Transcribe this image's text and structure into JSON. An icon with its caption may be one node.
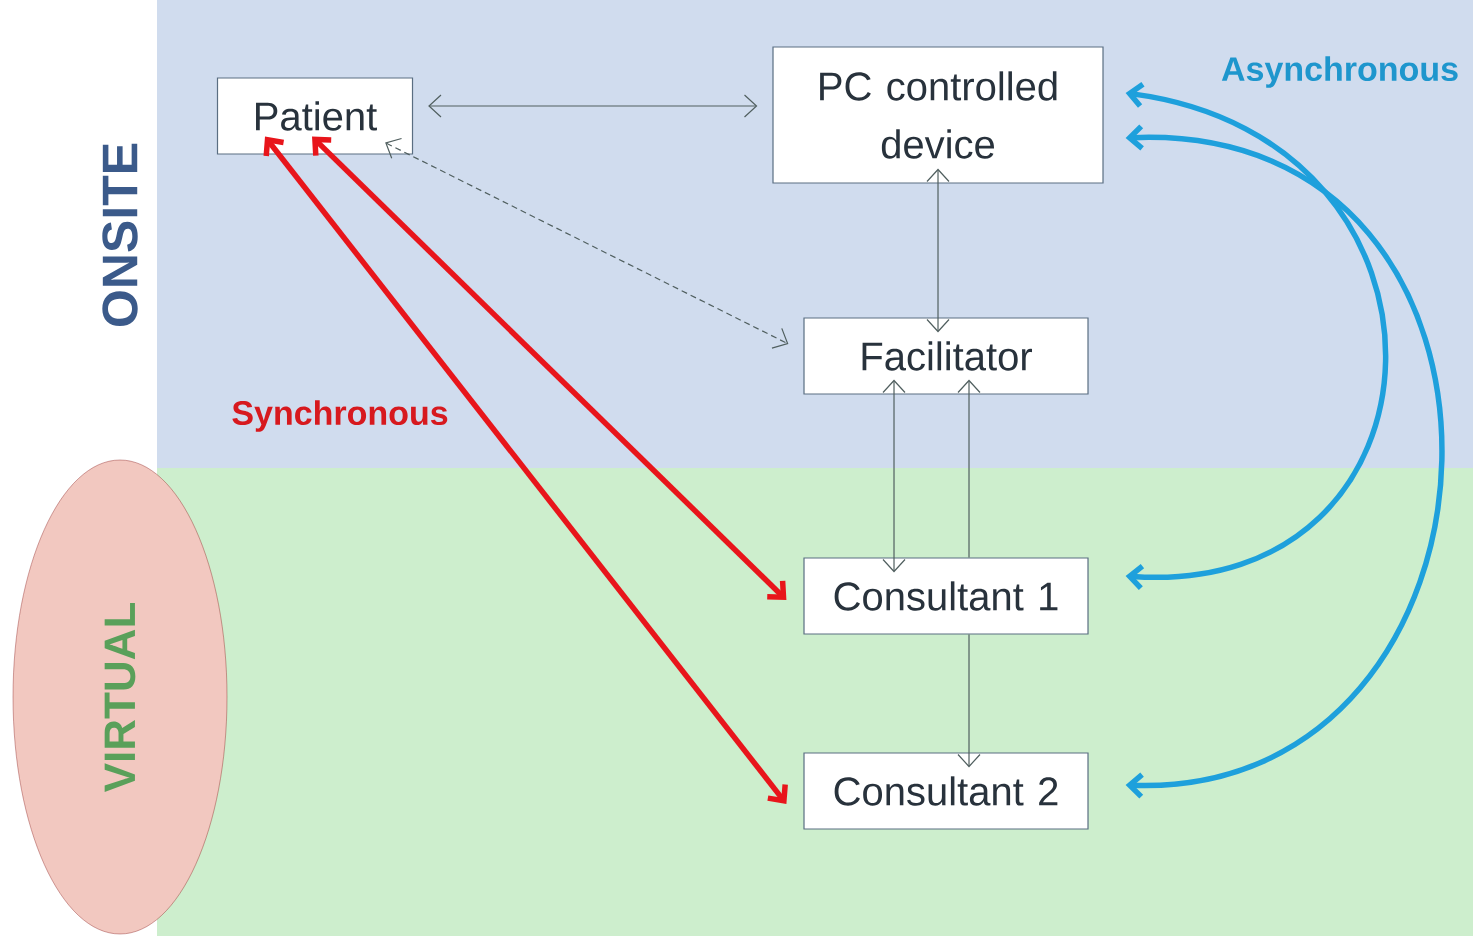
{
  "diagram": {
    "nodes": [
      {
        "text": [
          "Patient"
        ]
      },
      {
        "text": [
          "PC controlled device"
        ]
      },
      {
        "text": [
          "Facilitator"
        ]
      },
      {
        "text": [
          "Consultant 1"
        ]
      },
      {
        "text": [
          "Consultant 2"
        ]
      },
      {
        "text": [
          "VIRTUAL"
        ]
      }
    ],
    "edges": [
      {
        "from": 0,
        "to": 1,
        "arrow": "both"
      },
      {
        "from": 0,
        "to": 2,
        "arrow": "both",
        "style": "dashed"
      },
      {
        "from": 1,
        "to": 2,
        "arrow": "both"
      },
      {
        "from": 2,
        "to": 3,
        "arrow": "both"
      },
      {
        "from": 3,
        "to": 2,
        "arrow": "to"
      },
      {
        "from": 3,
        "to": 4,
        "arrow": "to"
      },
      {
        "from": 0,
        "to": 3,
        "arrow": "both",
        "style": "thick",
        "color": "#e8151b"
      },
      {
        "from": 0,
        "to": 4,
        "arrow": "both",
        "style": "thick",
        "color": "#e8151b"
      },
      {
        "from": 1,
        "to": 4,
        "arrow": "both",
        "style": "thick",
        "color": "#1ea0dc"
      },
      {
        "from": 1,
        "to": 3,
        "arrow": "both",
        "style": "thick",
        "color": "#1ea0dc"
      }
    ],
    "labels": [
      "ONSITE",
      "Asynchronous",
      "Synchronous"
    ]
  }
}
